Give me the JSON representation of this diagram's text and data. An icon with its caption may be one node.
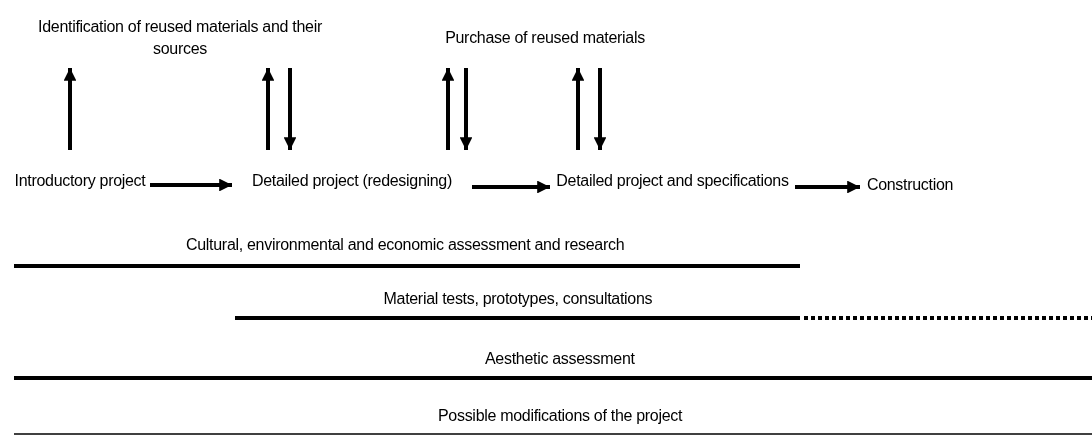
{
  "diagram": {
    "nodes": [
      {
        "text": [
          "Identification of reused materials and their sources"
        ]
      },
      {
        "text": [
          "Purchase of reused materials"
        ]
      },
      {
        "text": [
          "Introductory project"
        ]
      },
      {
        "text": [
          "Detailed project (redesigning)"
        ]
      },
      {
        "text": [
          "Detailed project and specifications"
        ]
      },
      {
        "text": [
          "Construction"
        ]
      }
    ],
    "edges": [
      {
        "from": 2,
        "to": 0,
        "arrow": "to"
      },
      {
        "from": 3,
        "to": 0,
        "arrow": "to"
      },
      {
        "from": 0,
        "to": 3,
        "arrow": "to"
      },
      {
        "from": 3,
        "to": 1,
        "arrow": "to"
      },
      {
        "from": 1,
        "to": 3,
        "arrow": "to"
      },
      {
        "from": 4,
        "to": 1,
        "arrow": "to"
      },
      {
        "from": 1,
        "to": 4,
        "arrow": "to"
      },
      {
        "from": 2,
        "to": 3,
        "arrow": "to"
      },
      {
        "from": 3,
        "to": 4,
        "arrow": "to"
      },
      {
        "from": 4,
        "to": 5,
        "arrow": "to"
      }
    ],
    "labels": [
      "Cultural, environmental and economic assessment and research",
      "Material tests, prototypes, consultations",
      "Aesthetic assessment",
      "Possible modifications of the project"
    ]
  }
}
